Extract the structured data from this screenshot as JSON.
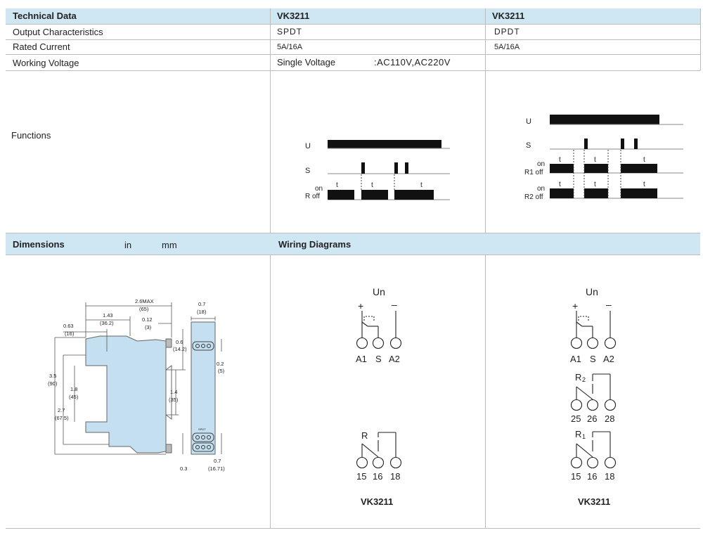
{
  "table": {
    "header": {
      "col1": "Technical Data",
      "col2": "VK3211",
      "col3": "VK3211"
    },
    "rows": [
      {
        "label": "Output Characteristics",
        "col2": "SPDT",
        "col3": "DPDT"
      },
      {
        "label": "Rated Current",
        "col2": "5A/16A",
        "col3": "5A/16A"
      },
      {
        "label": "Working Voltage",
        "col2": "Single Voltage",
        "col2_value": ":AC110V,AC220V"
      }
    ],
    "functions_label": "Functions"
  },
  "timing_spdt": {
    "u": "U",
    "s": "S",
    "on": "on",
    "r_off": "R off",
    "t": "t"
  },
  "timing_dpdt": {
    "u": "U",
    "s": "S",
    "on": "on",
    "r1_off": "R1 off",
    "r2_off": "R2 off",
    "t": "t"
  },
  "section2": {
    "dimensions": "Dimensions",
    "in": "in",
    "mm": "mm",
    "wiring": "Wiring Diagrams"
  },
  "dimensions_drawing": {
    "top_width": "2.6MAX",
    "top_width_mm": "(65)",
    "w143": "1.43",
    "w143_mm": "(36.2)",
    "w063": "0.63",
    "w063_mm": "(16)",
    "w012": "0.12",
    "w012_mm": "(3)",
    "h35": "3.5",
    "h35_mm": "(90)",
    "h27": "2.7",
    "h27_mm": "(67.5)",
    "h18": "1.8",
    "h18_mm": "(45)",
    "s06": "0.6",
    "s06_mm": "(14.2)",
    "s14": "1.4",
    "s14_mm": "(35)",
    "s03": "0.3",
    "side_w07": "0.7",
    "side_w07_mm": "(18)",
    "side_02": "0.2",
    "side_02_mm": "(5)",
    "side_07b": "0.7",
    "side_07b_mm": "(16.71)",
    "tag": "SPDT"
  },
  "wiring_spdt": {
    "un": "Un",
    "plus": "+",
    "minus": "–",
    "a1": "A1",
    "s": "S",
    "a2": "A2",
    "r": "R",
    "t15": "15",
    "t16": "16",
    "t18": "18",
    "model": "VK3211"
  },
  "wiring_dpdt": {
    "un": "Un",
    "plus": "+",
    "minus": "–",
    "a1": "A1",
    "s": "S",
    "a2": "A2",
    "r2": "R",
    "r2_sub": "2",
    "t25": "25",
    "t26": "26",
    "t28": "28",
    "r1": "R",
    "r1_sub": "1",
    "t15": "15",
    "t16": "16",
    "t18": "18",
    "model": "VK3211"
  }
}
